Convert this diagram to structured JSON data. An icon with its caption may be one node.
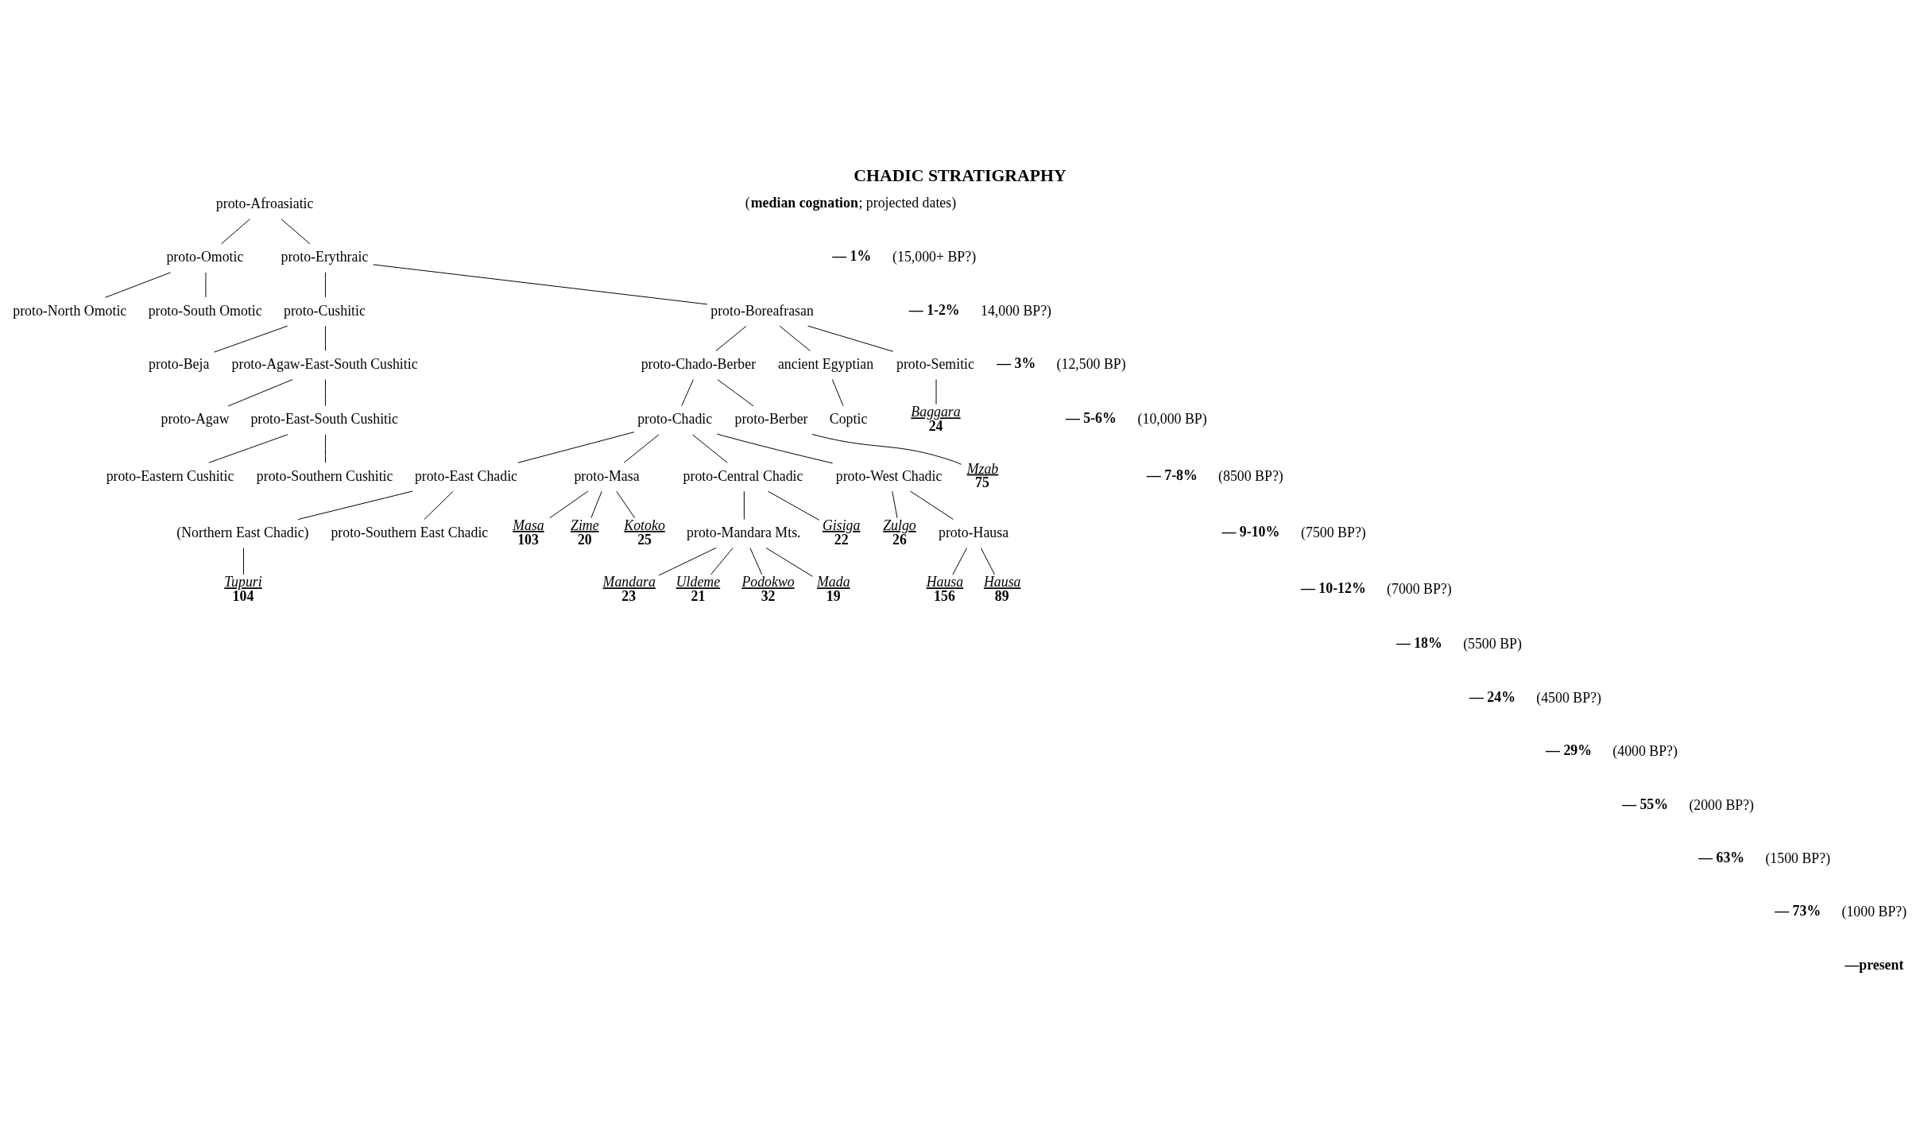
{
  "diagram": {
    "title": "CHADIC STRATIGRAPHY",
    "nodes": [
      {
        "text": [
          "proto-Afroasiatic"
        ]
      },
      {
        "text": [
          "proto-Omotic"
        ]
      },
      {
        "text": [
          "proto-North Omotic"
        ]
      },
      {
        "text": [
          "proto-South Omotic"
        ]
      },
      {
        "text": [
          "proto-Erythraic"
        ]
      },
      {
        "text": [
          "proto-Cushitic"
        ]
      },
      {
        "text": [
          "proto-Beja"
        ]
      },
      {
        "text": [
          "proto-Agaw-East-South Cushitic"
        ]
      },
      {
        "text": [
          "proto-Agaw"
        ]
      },
      {
        "text": [
          "proto-East-South Cushitic"
        ]
      },
      {
        "text": [
          "proto-Eastern Cushitic"
        ]
      },
      {
        "text": [
          "proto-Southern Cushitic"
        ]
      },
      {
        "text": [
          "proto-Boreafrasan"
        ]
      },
      {
        "text": [
          "proto-Chado-Berber"
        ]
      },
      {
        "text": [
          "proto-Chadic"
        ]
      },
      {
        "text": [
          "proto-East Chadic"
        ]
      },
      {
        "text": [
          "(Northern East Chadic)"
        ]
      },
      {
        "text": [
          "Tupuri",
          "104"
        ]
      },
      {
        "text": [
          "proto-Southern East Chadic"
        ]
      },
      {
        "text": [
          "proto-Masa"
        ]
      },
      {
        "text": [
          "Masa",
          "103"
        ]
      },
      {
        "text": [
          "Zime",
          "20"
        ]
      },
      {
        "text": [
          "Kotoko",
          "25"
        ]
      },
      {
        "text": [
          "proto-Central Chadic"
        ]
      },
      {
        "text": [
          "proto-Mandara Mts."
        ]
      },
      {
        "text": [
          "Mandara",
          "23"
        ]
      },
      {
        "text": [
          "Uldeme",
          "21"
        ]
      },
      {
        "text": [
          "Podokwo",
          "32"
        ]
      },
      {
        "text": [
          "Mada",
          "19"
        ]
      },
      {
        "text": [
          "Gisiga",
          "22"
        ]
      },
      {
        "text": [
          "proto-West Chadic"
        ]
      },
      {
        "text": [
          "Zulgo",
          "26"
        ]
      },
      {
        "text": [
          "proto-Hausa"
        ]
      },
      {
        "text": [
          "Hausa",
          "156"
        ]
      },
      {
        "text": [
          "Hausa",
          "89"
        ]
      },
      {
        "text": [
          "proto-Berber"
        ]
      },
      {
        "text": [
          "Mzab",
          "75"
        ]
      },
      {
        "text": [
          "ancient Egyptian"
        ]
      },
      {
        "text": [
          "Coptic"
        ]
      },
      {
        "text": [
          "proto-Semitic"
        ]
      },
      {
        "text": [
          "Baggara",
          "24"
        ]
      }
    ],
    "edges": [
      {
        "from": 0,
        "to": 1,
        "arrow": "none"
      },
      {
        "from": 0,
        "to": 4,
        "arrow": "none"
      },
      {
        "from": 1,
        "to": 2,
        "arrow": "none"
      },
      {
        "from": 1,
        "to": 3,
        "arrow": "none"
      },
      {
        "from": 4,
        "to": 5,
        "arrow": "none"
      },
      {
        "from": 4,
        "to": 12,
        "arrow": "none"
      },
      {
        "from": 5,
        "to": 6,
        "arrow": "none"
      },
      {
        "from": 5,
        "to": 7,
        "arrow": "none"
      },
      {
        "from": 7,
        "to": 8,
        "arrow": "none"
      },
      {
        "from": 7,
        "to": 9,
        "arrow": "none"
      },
      {
        "from": 9,
        "to": 10,
        "arrow": "none"
      },
      {
        "from": 9,
        "to": 11,
        "arrow": "none"
      },
      {
        "from": 12,
        "to": 13,
        "arrow": "none"
      },
      {
        "from": 12,
        "to": 37,
        "arrow": "none"
      },
      {
        "from": 12,
        "to": 39,
        "arrow": "none"
      },
      {
        "from": 13,
        "to": 14,
        "arrow": "none"
      },
      {
        "from": 13,
        "to": 35,
        "arrow": "none"
      },
      {
        "from": 14,
        "to": 15,
        "arrow": "none"
      },
      {
        "from": 14,
        "to": 19,
        "arrow": "none"
      },
      {
        "from": 14,
        "to": 23,
        "arrow": "none"
      },
      {
        "from": 14,
        "to": 30,
        "arrow": "none"
      },
      {
        "from": 15,
        "to": 16,
        "arrow": "none"
      },
      {
        "from": 15,
        "to": 18,
        "arrow": "none"
      },
      {
        "from": 16,
        "to": 17,
        "arrow": "none"
      },
      {
        "from": 19,
        "to": 20,
        "arrow": "none"
      },
      {
        "from": 19,
        "to": 21,
        "arrow": "none"
      },
      {
        "from": 19,
        "to": 22,
        "arrow": "none"
      },
      {
        "from": 23,
        "to": 24,
        "arrow": "none"
      },
      {
        "from": 23,
        "to": 29,
        "arrow": "none"
      },
      {
        "from": 24,
        "to": 25,
        "arrow": "none"
      },
      {
        "from": 24,
        "to": 26,
        "arrow": "none"
      },
      {
        "from": 24,
        "to": 27,
        "arrow": "none"
      },
      {
        "from": 24,
        "to": 28,
        "arrow": "none"
      },
      {
        "from": 30,
        "to": 31,
        "arrow": "none"
      },
      {
        "from": 30,
        "to": 32,
        "arrow": "none"
      },
      {
        "from": 32,
        "to": 33,
        "arrow": "none"
      },
      {
        "from": 32,
        "to": 34,
        "arrow": "none"
      },
      {
        "from": 35,
        "to": 36,
        "arrow": "none"
      },
      {
        "from": 37,
        "to": 38,
        "arrow": "none"
      },
      {
        "from": 39,
        "to": 40,
        "arrow": "none"
      }
    ],
    "labels": [
      "(**median cognation**; projected dates)",
      "— 1%",
      "(15,000+ BP?)",
      "— 1-2%",
      "14,000 BP?)",
      "— 3%",
      "(12,500 BP)",
      "— 5-6%",
      "(10,000 BP)",
      "— 7-8%",
      "(8500 BP?)",
      "— 9-10%",
      "(7500 BP?)",
      "— 10-12%",
      "(7000 BP?)",
      "— 18%",
      "(5500 BP)",
      "— 24%",
      "(4500 BP?)",
      "— 29%",
      "(4000 BP?)",
      "— 55%",
      "(2000 BP?)",
      "— 63%",
      "(1500 BP?)",
      "— 73%",
      "(1000 BP?)",
      "—present"
    ]
  }
}
